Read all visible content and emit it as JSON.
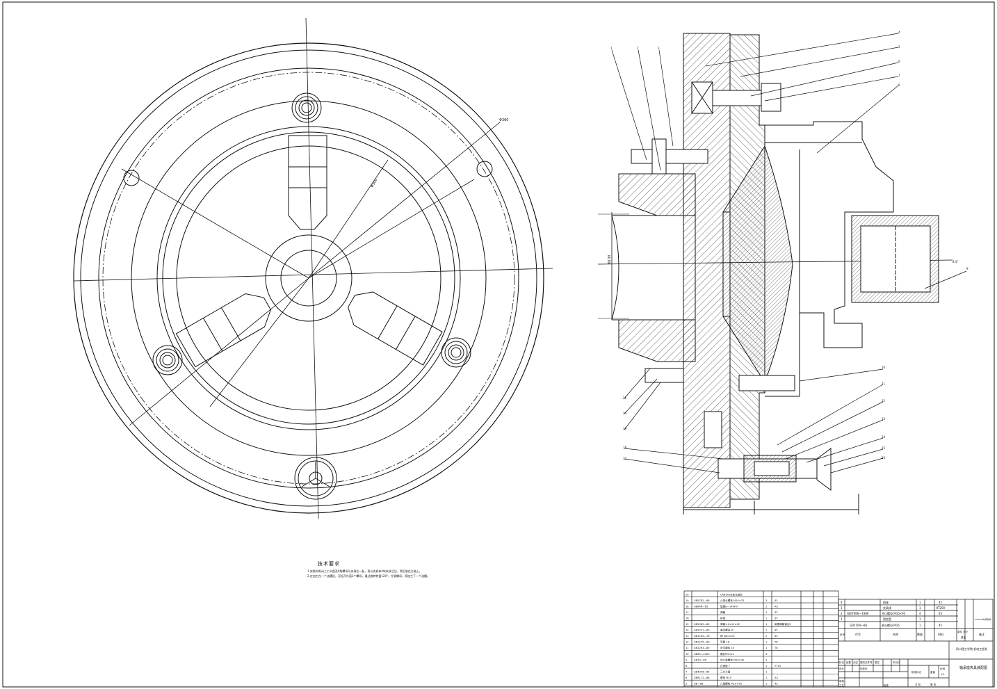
{
  "drawing_title": "轴承座夹具装配图",
  "school": "四川理工学院 机电工程系",
  "tech_requirements": {
    "title": "技术要求",
    "lines": [
      "1.安装时电动三爪卡盘及6角螺母与夹具在一起，再与夹具体4块夹具之后，然后装在主轴上。",
      "2.在加工在一个油槽后，可松开外面3个螺母，通过旋转转盘120°，拧紧螺母，再加工下一个油槽。"
    ]
  },
  "dims": {
    "d_outer": "Φ360",
    "d_mid": "Φ300",
    "d_bore": "Φ130",
    "angle": "8.5°"
  },
  "balloons_top": [
    "1",
    "2",
    "3",
    "4",
    "5",
    "6",
    "7",
    "8"
  ],
  "balloons_right": [
    "9",
    "10",
    "11",
    "12",
    "13",
    "14",
    "15",
    "16"
  ],
  "balloons_left": [
    "17",
    "18",
    "19",
    "20",
    "21"
  ],
  "bom_rows": [
    {
      "no": "20",
      "code": "",
      "name": "CA6140车床主轴头",
      "qty": "",
      "mat": ""
    },
    {
      "no": "19",
      "code": "GB5782—86",
      "name": "六角头螺栓 M10×32",
      "qty": "3",
      "mat": "45"
    },
    {
      "no": "18",
      "code": "GB848—85",
      "name": "垫圈8—140HV",
      "qty": "2",
      "mat": "A3"
    },
    {
      "no": "17",
      "code": "",
      "name": "弹簧",
      "qty": "1",
      "mat": "35"
    },
    {
      "no": "16",
      "code": "",
      "name": "拔销",
      "qty": "1",
      "mat": "35"
    },
    {
      "no": "15",
      "code": "GB2089—80",
      "name": "弹簧1.2×12×42",
      "qty": "1",
      "mat": "碳素弹簧钢丝II"
    },
    {
      "no": "14",
      "code": "GB2231—80",
      "name": "盖形螺母 M",
      "qty": "1",
      "mat": "45"
    },
    {
      "no": "13",
      "code": "GB1165—78",
      "name": "销 3gm×20",
      "qty": "2",
      "mat": "45"
    },
    {
      "no": "12",
      "code": "GB2275—80",
      "name": "导套 18",
      "qty": "1",
      "mat": "T8"
    },
    {
      "no": "11",
      "code": "GB2263—80",
      "name": "定位圆柱 10",
      "qty": "1",
      "mat": "T8"
    },
    {
      "no": "10",
      "code": "GB65—2000",
      "name": "螺钉M5×12",
      "qty": "3",
      "mat": ""
    },
    {
      "no": "9",
      "code": "GB70—85",
      "name": "内六角螺栓 M10×40",
      "qty": "3",
      "mat": ""
    },
    {
      "no": "8",
      "code": "",
      "name": "过渡盘 T",
      "qty": "1",
      "mat": "YT15"
    },
    {
      "no": "7",
      "code": "GB4346—84",
      "name": "三爪卡盘",
      "qty": "1",
      "mat": ""
    },
    {
      "no": "6",
      "code": "GB6172—86",
      "name": "螺母 M10",
      "qty": "1",
      "mat": "A3"
    },
    {
      "no": "5",
      "code": "GB—86",
      "name": "六角螺栓 M10×78",
      "qty": "1",
      "mat": "45"
    }
  ],
  "bom_rows_right": [
    {
      "no": "4",
      "code": "",
      "name": "搭座",
      "qty": "1",
      "mat": "45"
    },
    {
      "no": "3",
      "code": "",
      "name": "夹具体",
      "qty": "1",
      "mat": "HT200"
    },
    {
      "no": "2",
      "code": "GB/T896—1986",
      "name": "开口螺母 M10×95",
      "qty": "4",
      "mat": "45"
    },
    {
      "no": "1",
      "code": "",
      "name": "固定盘",
      "qty": "1",
      "mat": ""
    }
  ],
  "title_block": {
    "std_row": {
      "code": "GB5109—86",
      "name": "紧头螺母 M16",
      "qty": "1",
      "mat": "45"
    },
    "header_seq": "序号",
    "header_code": "代号",
    "header_name": "名称",
    "header_qty": "数量",
    "header_mat": "材料",
    "header_weight": "单件 总计",
    "header_weight2": "重量",
    "header_note": "备注",
    "mark": "标记",
    "zones": "处数",
    "section": "分区",
    "change_doc": "更改文件号",
    "sign": "签名",
    "date": "年月日",
    "design": "设计",
    "standardize": "标准化",
    "review": "审核",
    "process": "工艺",
    "approve": "批准",
    "stage_mark": "阶段标记",
    "weight": "重量",
    "scale": "比例",
    "scale_val": "1:2",
    "sheets_total": "共 张",
    "sheet_no": "第 张",
    "ref_no": "CA6140车床附件"
  }
}
